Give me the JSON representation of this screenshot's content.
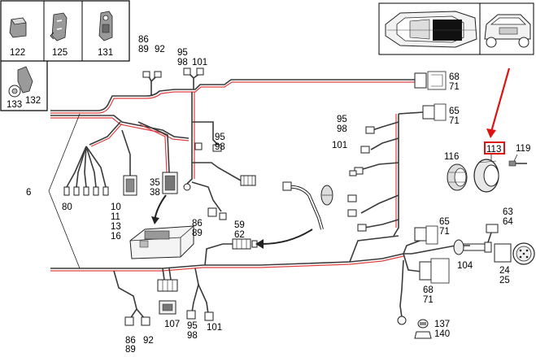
{
  "colors": {
    "wire": "#3a3a3a",
    "wire_accent": "#e04040",
    "highlight": "#e01010",
    "ink": "#000000"
  },
  "inset_parts": {
    "p122": "122",
    "p125": "125",
    "p131": "131",
    "p133": "133",
    "p132": "132"
  },
  "labels": {
    "l6": "6",
    "l86a": "86",
    "l89a": "89",
    "l92a": "92",
    "l95a": "95",
    "l98a": "98",
    "l101a": "101",
    "l80": "80",
    "l10": "10",
    "l11": "11",
    "l13": "13",
    "l16": "16",
    "l35": "35",
    "l38": "38",
    "l95b": "95",
    "l98b": "98",
    "l86b": "86",
    "l89b": "89",
    "l59": "59",
    "l62": "62",
    "l68a": "68",
    "l71a": "71",
    "l65a": "65",
    "l71b": "71",
    "l95c": "95",
    "l98c": "98",
    "l101b": "101",
    "l116": "116",
    "l113": "113",
    "l119": "119",
    "l65b": "65",
    "l71c": "71",
    "l63": "63",
    "l64": "64",
    "l104": "104",
    "l24": "24",
    "l25": "25",
    "l68b": "68",
    "l71d": "71",
    "l86c": "86",
    "l89c": "89",
    "l92b": "92",
    "l107": "107",
    "l95d": "95",
    "l98d": "98",
    "l101c": "101",
    "l137": "137",
    "l140": "140"
  }
}
